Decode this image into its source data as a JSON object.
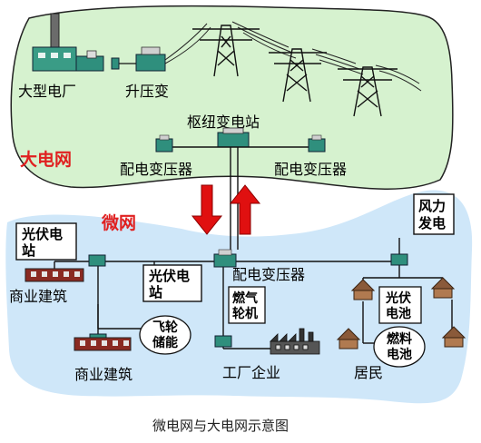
{
  "regions": {
    "grid_title": "大电网",
    "microgrid_title": "微网"
  },
  "grid": {
    "power_plant": "大型电厂",
    "step_up": "升压变",
    "hub_substation": "枢纽变电站",
    "transformer_left": "配电变压器",
    "transformer_right": "配电变压器"
  },
  "micro": {
    "pv_left_line1": "光伏电",
    "pv_left_line2": "站",
    "commercial_1": "商业建筑",
    "commercial_2": "商业建筑",
    "pv_mid_line1": "光伏电",
    "pv_mid_line2": "站",
    "flywheel_line1": "飞轮",
    "flywheel_line2": "储能",
    "transformer": "配电变压器",
    "gas_turbine_line1": "燃气",
    "gas_turbine_line2": "轮机",
    "factory": "工厂企业",
    "wind_line1": "风力",
    "wind_line2": "发电",
    "battery_line1": "光伏",
    "battery_line2": "电池",
    "fuel_cell_line1": "燃料",
    "fuel_cell_line2": "电池",
    "residents": "居民"
  },
  "caption": "微电网与大电网示意图",
  "colors": {
    "grid_fill": "#d6f2cf",
    "micro_fill": "#cfe7f9",
    "device_green": "#2f8f7d",
    "arrow_red": "#e01010",
    "title_red": "#e02020",
    "line": "#111111"
  }
}
